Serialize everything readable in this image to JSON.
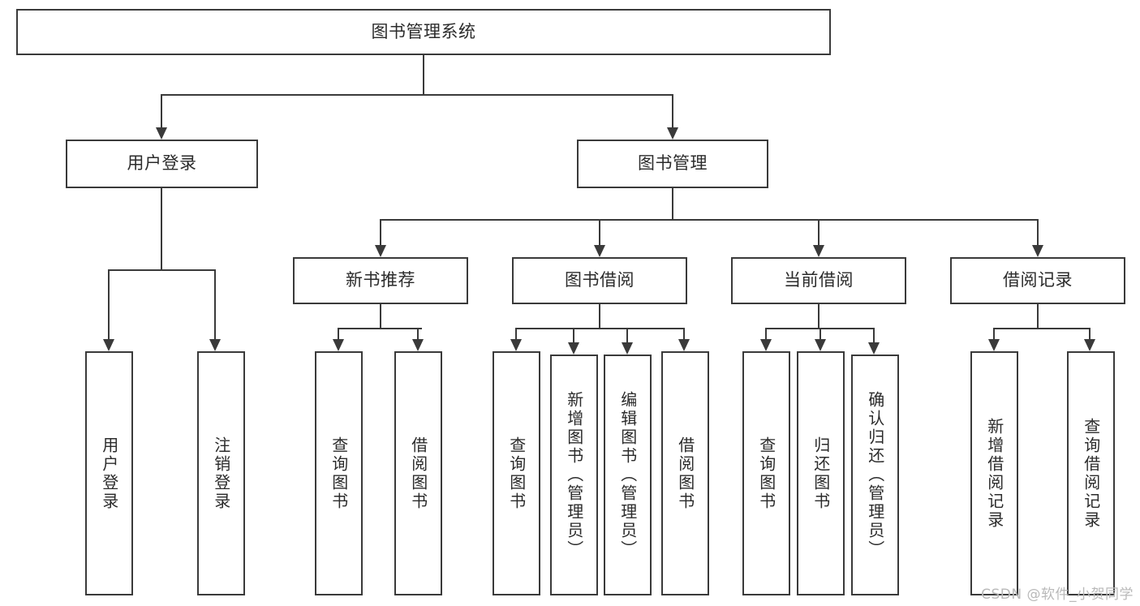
{
  "diagram": {
    "title": "图书管理系统",
    "type": "hierarchy-tree",
    "watermark": "CSDN @软件_小贺同学",
    "colors": {
      "stroke": "#3a3a3a",
      "fill": "#ffffff",
      "text": "#2b2b2b",
      "watermark": "#b9b9b9"
    },
    "levels": {
      "root": {
        "label": "图书管理系统"
      },
      "tier1": [
        {
          "label": "用户登录"
        },
        {
          "label": "图书管理"
        }
      ],
      "tier2": [
        {
          "label": "新书推荐"
        },
        {
          "label": "图书借阅"
        },
        {
          "label": "当前借阅"
        },
        {
          "label": "借阅记录"
        }
      ],
      "leaves": {
        "user_login": [
          {
            "label": "用户登录"
          },
          {
            "label": "注销登录"
          }
        ],
        "new_book": [
          {
            "label": "查询图书"
          },
          {
            "label": "借阅图书"
          }
        ],
        "book_borrow": [
          {
            "label": "查询图书"
          },
          {
            "label": "新增图书（管理员）"
          },
          {
            "label": "编辑图书（管理员）"
          },
          {
            "label": "借阅图书"
          }
        ],
        "current_borrow": [
          {
            "label": "查询图书"
          },
          {
            "label": "归还图书"
          },
          {
            "label": "确认归还（管理员）"
          }
        ],
        "borrow_record": [
          {
            "label": "新增借阅记录"
          },
          {
            "label": "查询借阅记录"
          }
        ]
      }
    }
  }
}
